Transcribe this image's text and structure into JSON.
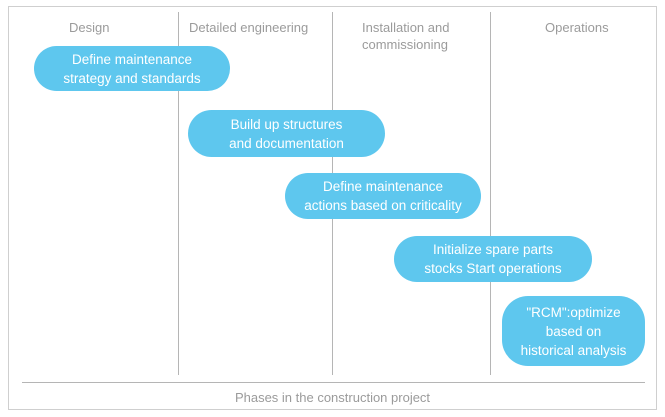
{
  "diagram": {
    "caption": "Phases in the construction project",
    "accent_color": "#5EC7EE",
    "header_text_color": "#9b9b9b",
    "divider_color": "#b5b5b5",
    "frame_color": "#cfcfcf",
    "columns": [
      {
        "label": "Design"
      },
      {
        "label": "Detailed engineering"
      },
      {
        "label": "Installation and\ncommissioning"
      },
      {
        "label": "Operations"
      }
    ],
    "steps": [
      {
        "label": "Define maintenance\nstrategy and standards"
      },
      {
        "label": "Build up structures\nand documentation"
      },
      {
        "label": "Define maintenance\nactions based on criticality"
      },
      {
        "label": "Initialize spare parts\nstocks Start operations"
      },
      {
        "label": "\"RCM\":optimize\nbased on\nhistorical analysis"
      }
    ]
  }
}
